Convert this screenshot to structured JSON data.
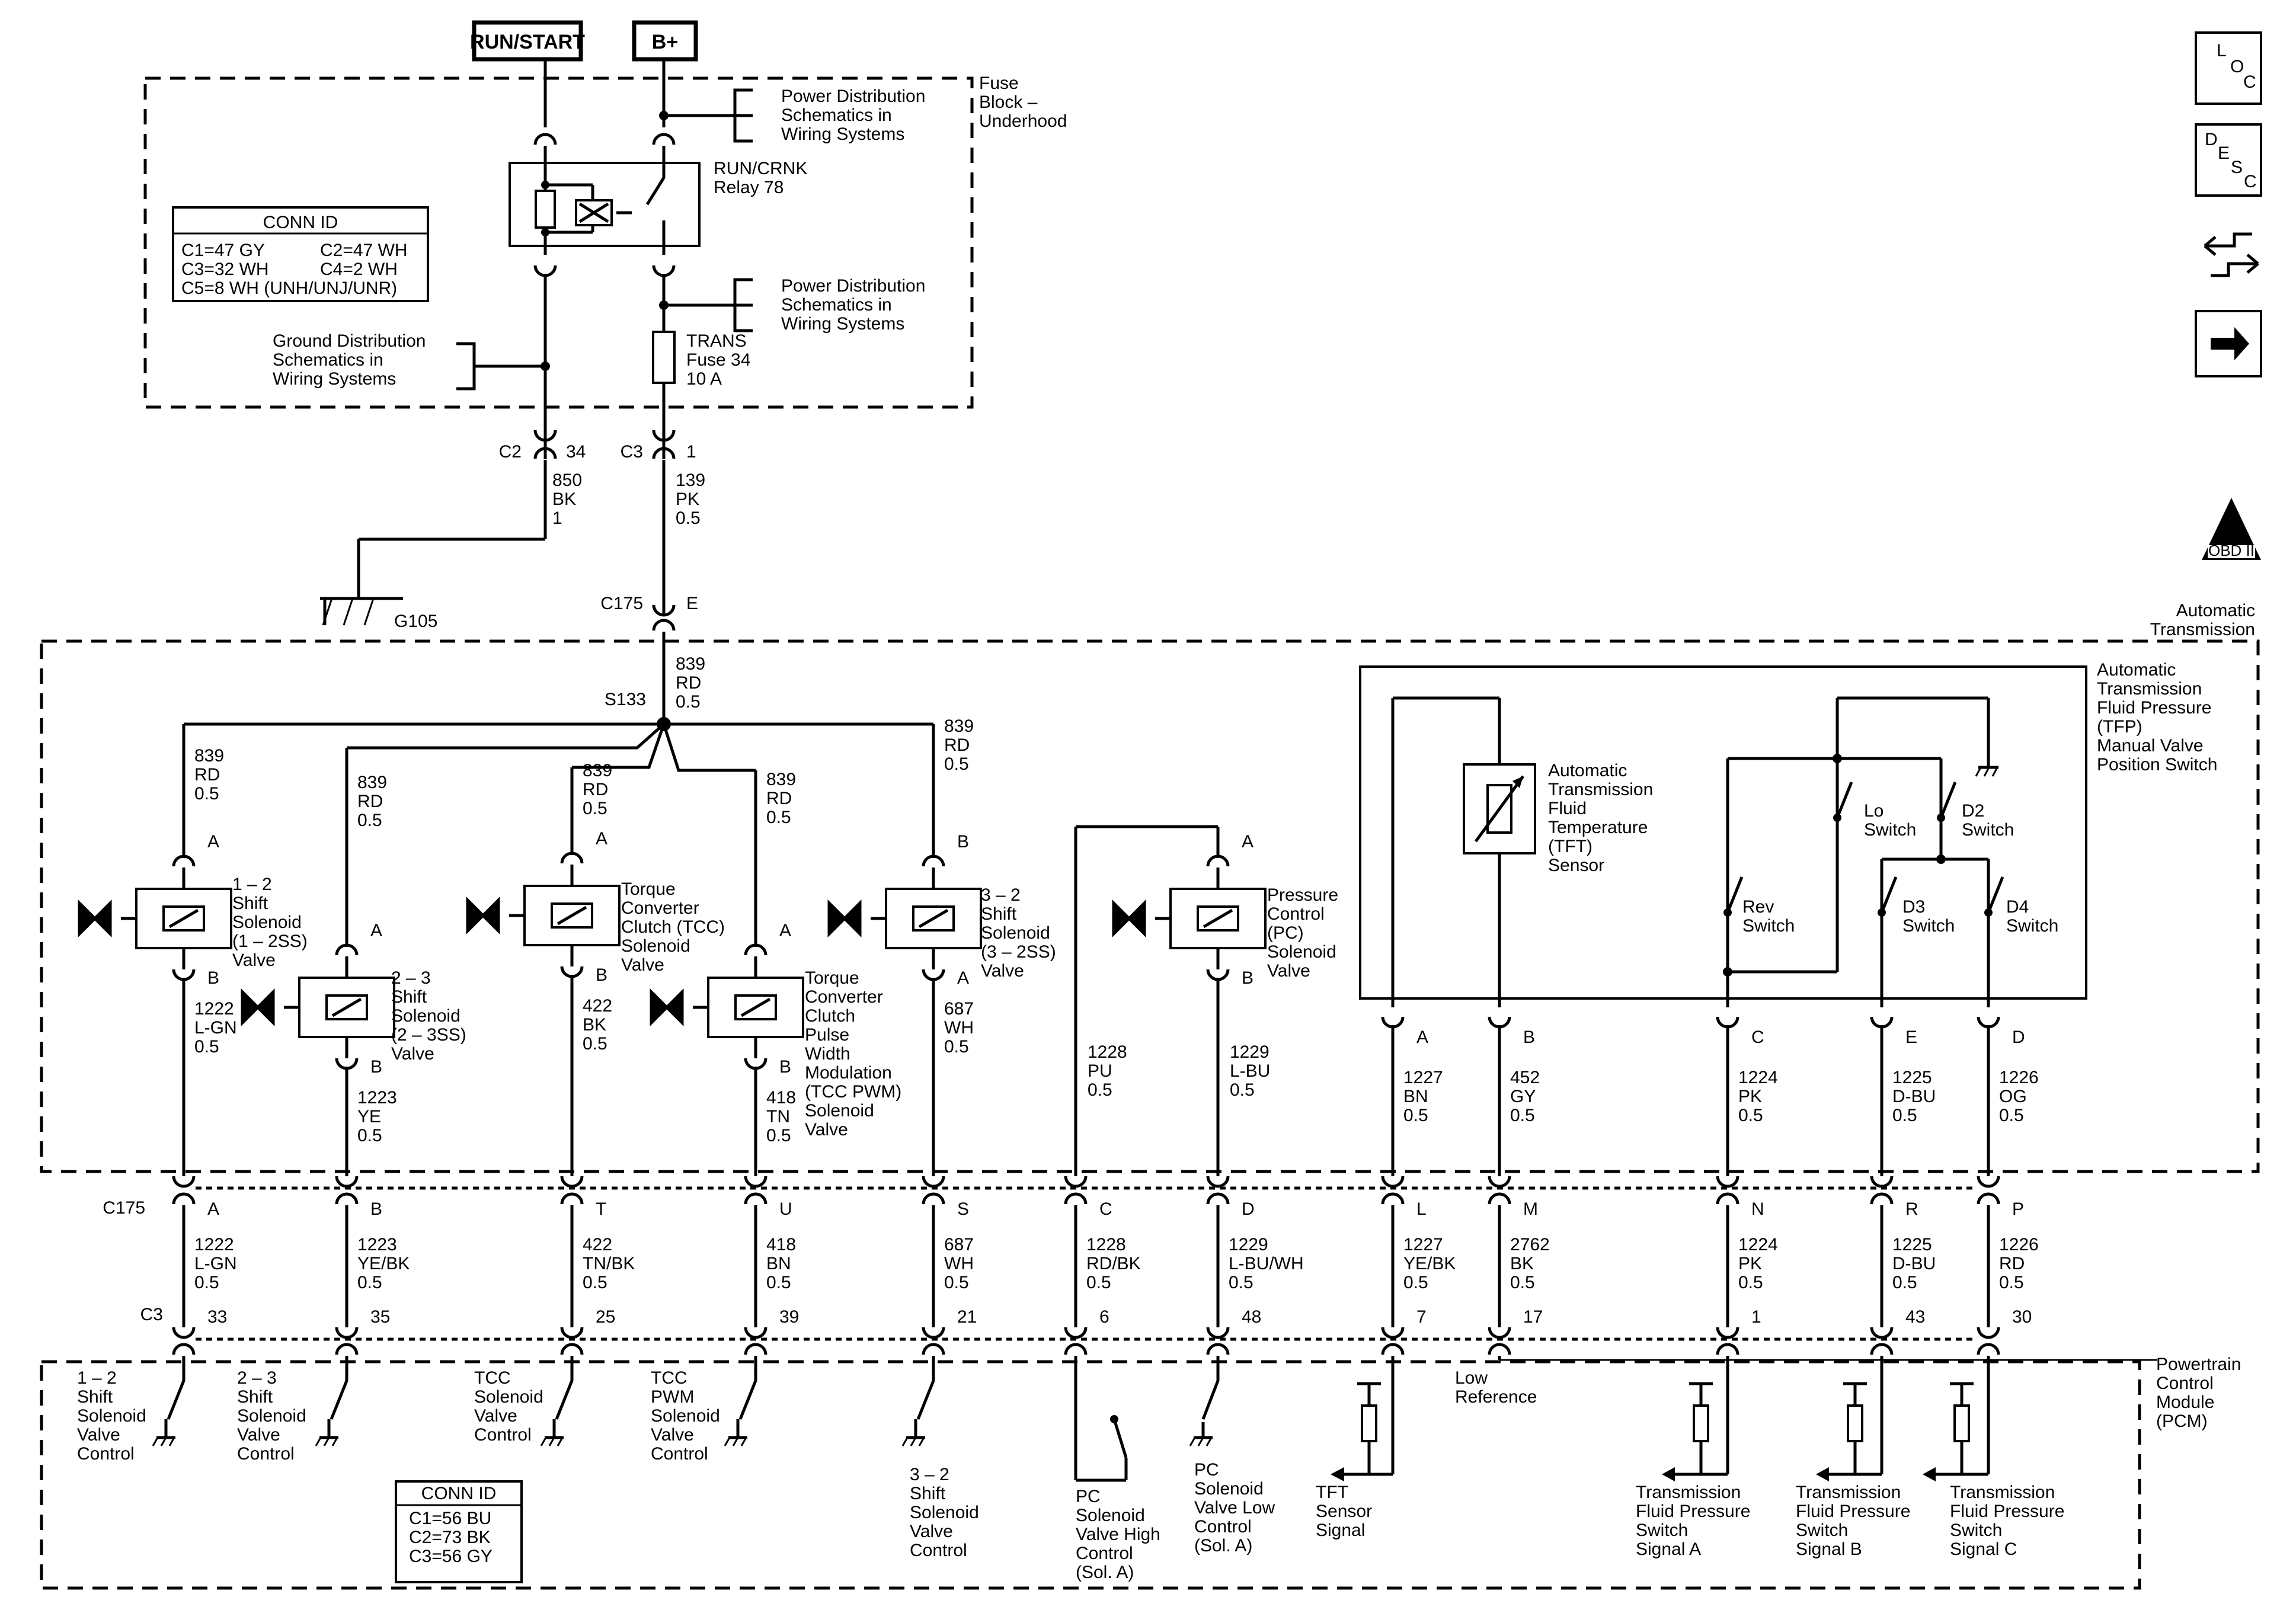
{
  "power_sources": [
    "RUN/START",
    "B+"
  ],
  "fuse_block": {
    "title": [
      "Fuse",
      "Block –",
      "Underhood"
    ],
    "pd_ref_1": [
      "Power Distribution",
      "Schematics in",
      "Wiring Systems"
    ],
    "pd_ref_2": [
      "Power Distribution",
      "Schematics in",
      "Wiring Systems"
    ],
    "ground_ref": [
      "Ground Distribution",
      "Schematics in",
      "Wiring Systems"
    ],
    "relay": [
      "RUN/CRNK",
      "Relay 78"
    ],
    "fuse": [
      "TRANS",
      "Fuse 34",
      "10 A"
    ],
    "conn_id_title": "CONN ID",
    "conn_id_rows": [
      "C1=47 GY",
      "C2=47 WH",
      "C3=32 WH",
      "C4=2 WH",
      "C5=8 WH (UNH/UNJ/UNR)"
    ],
    "conn_left": {
      "name": "C2",
      "pin": "34"
    },
    "conn_right": {
      "name": "C3",
      "pin": "1"
    }
  },
  "ground_wire": [
    "850",
    "BK",
    "1"
  ],
  "ground_label": "G105",
  "feed_wire": [
    "139",
    "PK",
    "0.5"
  ],
  "c175_top": {
    "name": "C175",
    "pin": "E"
  },
  "trans_label": [
    "Automatic",
    "Transmission"
  ],
  "splice": {
    "name": "S133",
    "wire": [
      "839",
      "RD",
      "0.5"
    ]
  },
  "solenoids": [
    {
      "label": [
        "1 – 2",
        "Shift",
        "Solenoid",
        "(1 – 2SS)",
        "Valve"
      ],
      "wire_in": [
        "839",
        "RD",
        "0.5"
      ],
      "pin_top": "A",
      "pin_bot": "B",
      "wire_out": [
        "1222",
        "L-GN",
        "0.5"
      ]
    },
    {
      "label": [
        "2 – 3",
        "Shift",
        "Solenoid",
        "(2 – 3SS)",
        "Valve"
      ],
      "wire_in": [
        "839",
        "RD",
        "0.5"
      ],
      "pin_top": "A",
      "pin_bot": "B",
      "wire_out": [
        "1223",
        "YE",
        "0.5"
      ]
    },
    {
      "label": [
        "Torque",
        "Converter",
        "Clutch (TCC)",
        "Solenoid",
        "Valve"
      ],
      "wire_in": [
        "839",
        "RD",
        "0.5"
      ],
      "pin_top": "A",
      "pin_bot": "B",
      "wire_out": [
        "422",
        "BK",
        "0.5"
      ]
    },
    {
      "label": [
        "Torque",
        "Converter",
        "Clutch",
        "Pulse",
        "Width",
        "Modulation",
        "(TCC PWM)",
        "Solenoid",
        "Valve"
      ],
      "wire_in": [
        "839",
        "RD",
        "0.5"
      ],
      "pin_top": "A",
      "pin_bot": "B",
      "wire_out": [
        "418",
        "TN",
        "0.5"
      ]
    },
    {
      "label": [
        "3 – 2",
        "Shift",
        "Solenoid",
        "(3 – 2SS)",
        "Valve"
      ],
      "wire_in": [
        "839",
        "RD",
        "0.5"
      ],
      "pin_top": "B",
      "pin_bot": "A",
      "wire_out": [
        "687",
        "WH",
        "0.5"
      ]
    },
    {
      "label": [
        "Pressure",
        "Control",
        "(PC)",
        "Solenoid",
        "Valve"
      ],
      "wire_in": [
        "1228",
        "PU",
        "0.5"
      ],
      "pin_top": "A",
      "pin_bot": "B",
      "wire_out": [
        "1229",
        "L-BU",
        "0.5"
      ]
    }
  ],
  "tfp": {
    "label": [
      "Automatic",
      "Transmission",
      "Fluid Pressure",
      "(TFP)",
      "Manual Valve",
      "Position Switch"
    ],
    "tft": [
      "Automatic",
      "Transmission",
      "Fluid",
      "Temperature",
      "(TFT)",
      "Sensor"
    ],
    "switches": {
      "lo": [
        "Lo",
        "Switch"
      ],
      "d2": [
        "D2",
        "Switch"
      ],
      "rev": [
        "Rev",
        "Switch"
      ],
      "d3": [
        "D3",
        "Switch"
      ],
      "d4": [
        "D4",
        "Switch"
      ]
    },
    "pins": [
      {
        "pin": "A",
        "wire": [
          "1227",
          "BN",
          "0.5"
        ]
      },
      {
        "pin": "B",
        "wire": [
          "452",
          "GY",
          "0.5"
        ]
      },
      {
        "pin": "C",
        "wire": [
          "1224",
          "PK",
          "0.5"
        ]
      },
      {
        "pin": "E",
        "wire": [
          "1225",
          "D-BU",
          "0.5"
        ]
      },
      {
        "pin": "D",
        "wire": [
          "1226",
          "OG",
          "0.5"
        ]
      }
    ]
  },
  "c175_name": "C175",
  "c3_name": "C3",
  "bottom_columns": [
    {
      "c175_pin": "A",
      "wire": [
        "1222",
        "L-GN",
        "0.5"
      ],
      "c3_pin": "33"
    },
    {
      "c175_pin": "B",
      "wire": [
        "1223",
        "YE/BK",
        "0.5"
      ],
      "c3_pin": "35"
    },
    {
      "c175_pin": "T",
      "wire": [
        "422",
        "TN/BK",
        "0.5"
      ],
      "c3_pin": "25"
    },
    {
      "c175_pin": "U",
      "wire": [
        "418",
        "BN",
        "0.5"
      ],
      "c3_pin": "39"
    },
    {
      "c175_pin": "S",
      "wire": [
        "687",
        "WH",
        "0.5"
      ],
      "c3_pin": "21"
    },
    {
      "c175_pin": "C",
      "wire": [
        "1228",
        "RD/BK",
        "0.5"
      ],
      "c3_pin": "6"
    },
    {
      "c175_pin": "D",
      "wire": [
        "1229",
        "L-BU/WH",
        "0.5"
      ],
      "c3_pin": "48"
    },
    {
      "c175_pin": "L",
      "wire": [
        "1227",
        "YE/BK",
        "0.5"
      ],
      "c3_pin": "7"
    },
    {
      "c175_pin": "M",
      "wire": [
        "2762",
        "BK",
        "0.5"
      ],
      "c3_pin": "17"
    },
    {
      "c175_pin": "N",
      "wire": [
        "1224",
        "PK",
        "0.5"
      ],
      "c3_pin": "1"
    },
    {
      "c175_pin": "R",
      "wire": [
        "1225",
        "D-BU",
        "0.5"
      ],
      "c3_pin": "43"
    },
    {
      "c175_pin": "P",
      "wire": [
        "1226",
        "RD",
        "0.5"
      ],
      "c3_pin": "30"
    }
  ],
  "pcm": {
    "label": [
      "Powertrain",
      "Control",
      "Module",
      "(PCM)"
    ],
    "conn_id_title": "CONN ID",
    "conn_id_rows": [
      "C1=56 BU",
      "C2=73 BK",
      "C3=56 GY"
    ],
    "functions": [
      [
        "1 – 2",
        "Shift",
        "Solenoid",
        "Valve",
        "Control"
      ],
      [
        "2 – 3",
        "Shift",
        "Solenoid",
        "Valve",
        "Control"
      ],
      [
        "TCC",
        "Solenoid",
        "Valve",
        "Control"
      ],
      [
        "TCC",
        "PWM",
        "Solenoid",
        "Valve",
        "Control"
      ],
      [
        "3 – 2",
        "Shift",
        "Solenoid",
        "Valve",
        "Control"
      ],
      [
        "PC",
        "Solenoid",
        "Valve High",
        "Control",
        "(Sol. A)"
      ],
      [
        "PC",
        "Solenoid",
        "Valve Low",
        "Control",
        "(Sol. A)"
      ],
      [
        "TFT",
        "Sensor",
        "Signal"
      ],
      [
        "Low",
        "Reference"
      ],
      [
        "Transmission",
        "Fluid Pressure",
        "Switch",
        "Signal A"
      ],
      [
        "Transmission",
        "Fluid Pressure",
        "Switch",
        "Signal B"
      ],
      [
        "Transmission",
        "Fluid Pressure",
        "Switch",
        "Signal C"
      ]
    ]
  },
  "side_icons": {
    "loc": [
      "L",
      "O",
      "C"
    ],
    "desc": [
      "D",
      "E",
      "S",
      "C"
    ],
    "obd": [
      "II",
      "OBD II"
    ]
  }
}
